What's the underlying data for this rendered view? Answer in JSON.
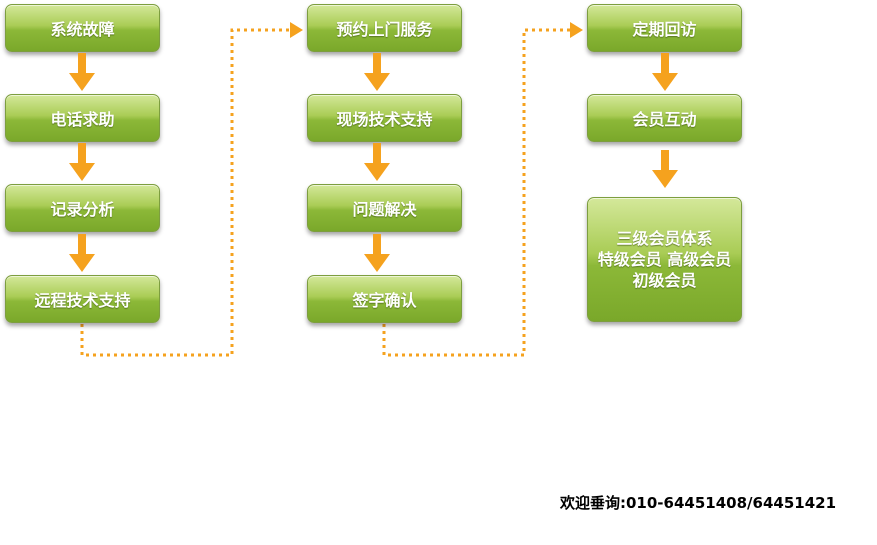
{
  "flow": {
    "col1": [
      "系统故障",
      "电话求助",
      "记录分析",
      "远程技术支持"
    ],
    "col2": [
      "预约上门服务",
      "现场技术支持",
      "问题解决",
      "签字确认"
    ],
    "col3": [
      "定期回访",
      "会员互动"
    ],
    "membership": {
      "line1": "三级会员体系",
      "line2": "特级会员 高级会员",
      "line3": "初级会员"
    }
  },
  "footer": {
    "contact": "欢迎垂询:010-64451408/64451421"
  },
  "colors": {
    "node_green": "#8cb838",
    "arrow_orange": "#f5a21e"
  }
}
